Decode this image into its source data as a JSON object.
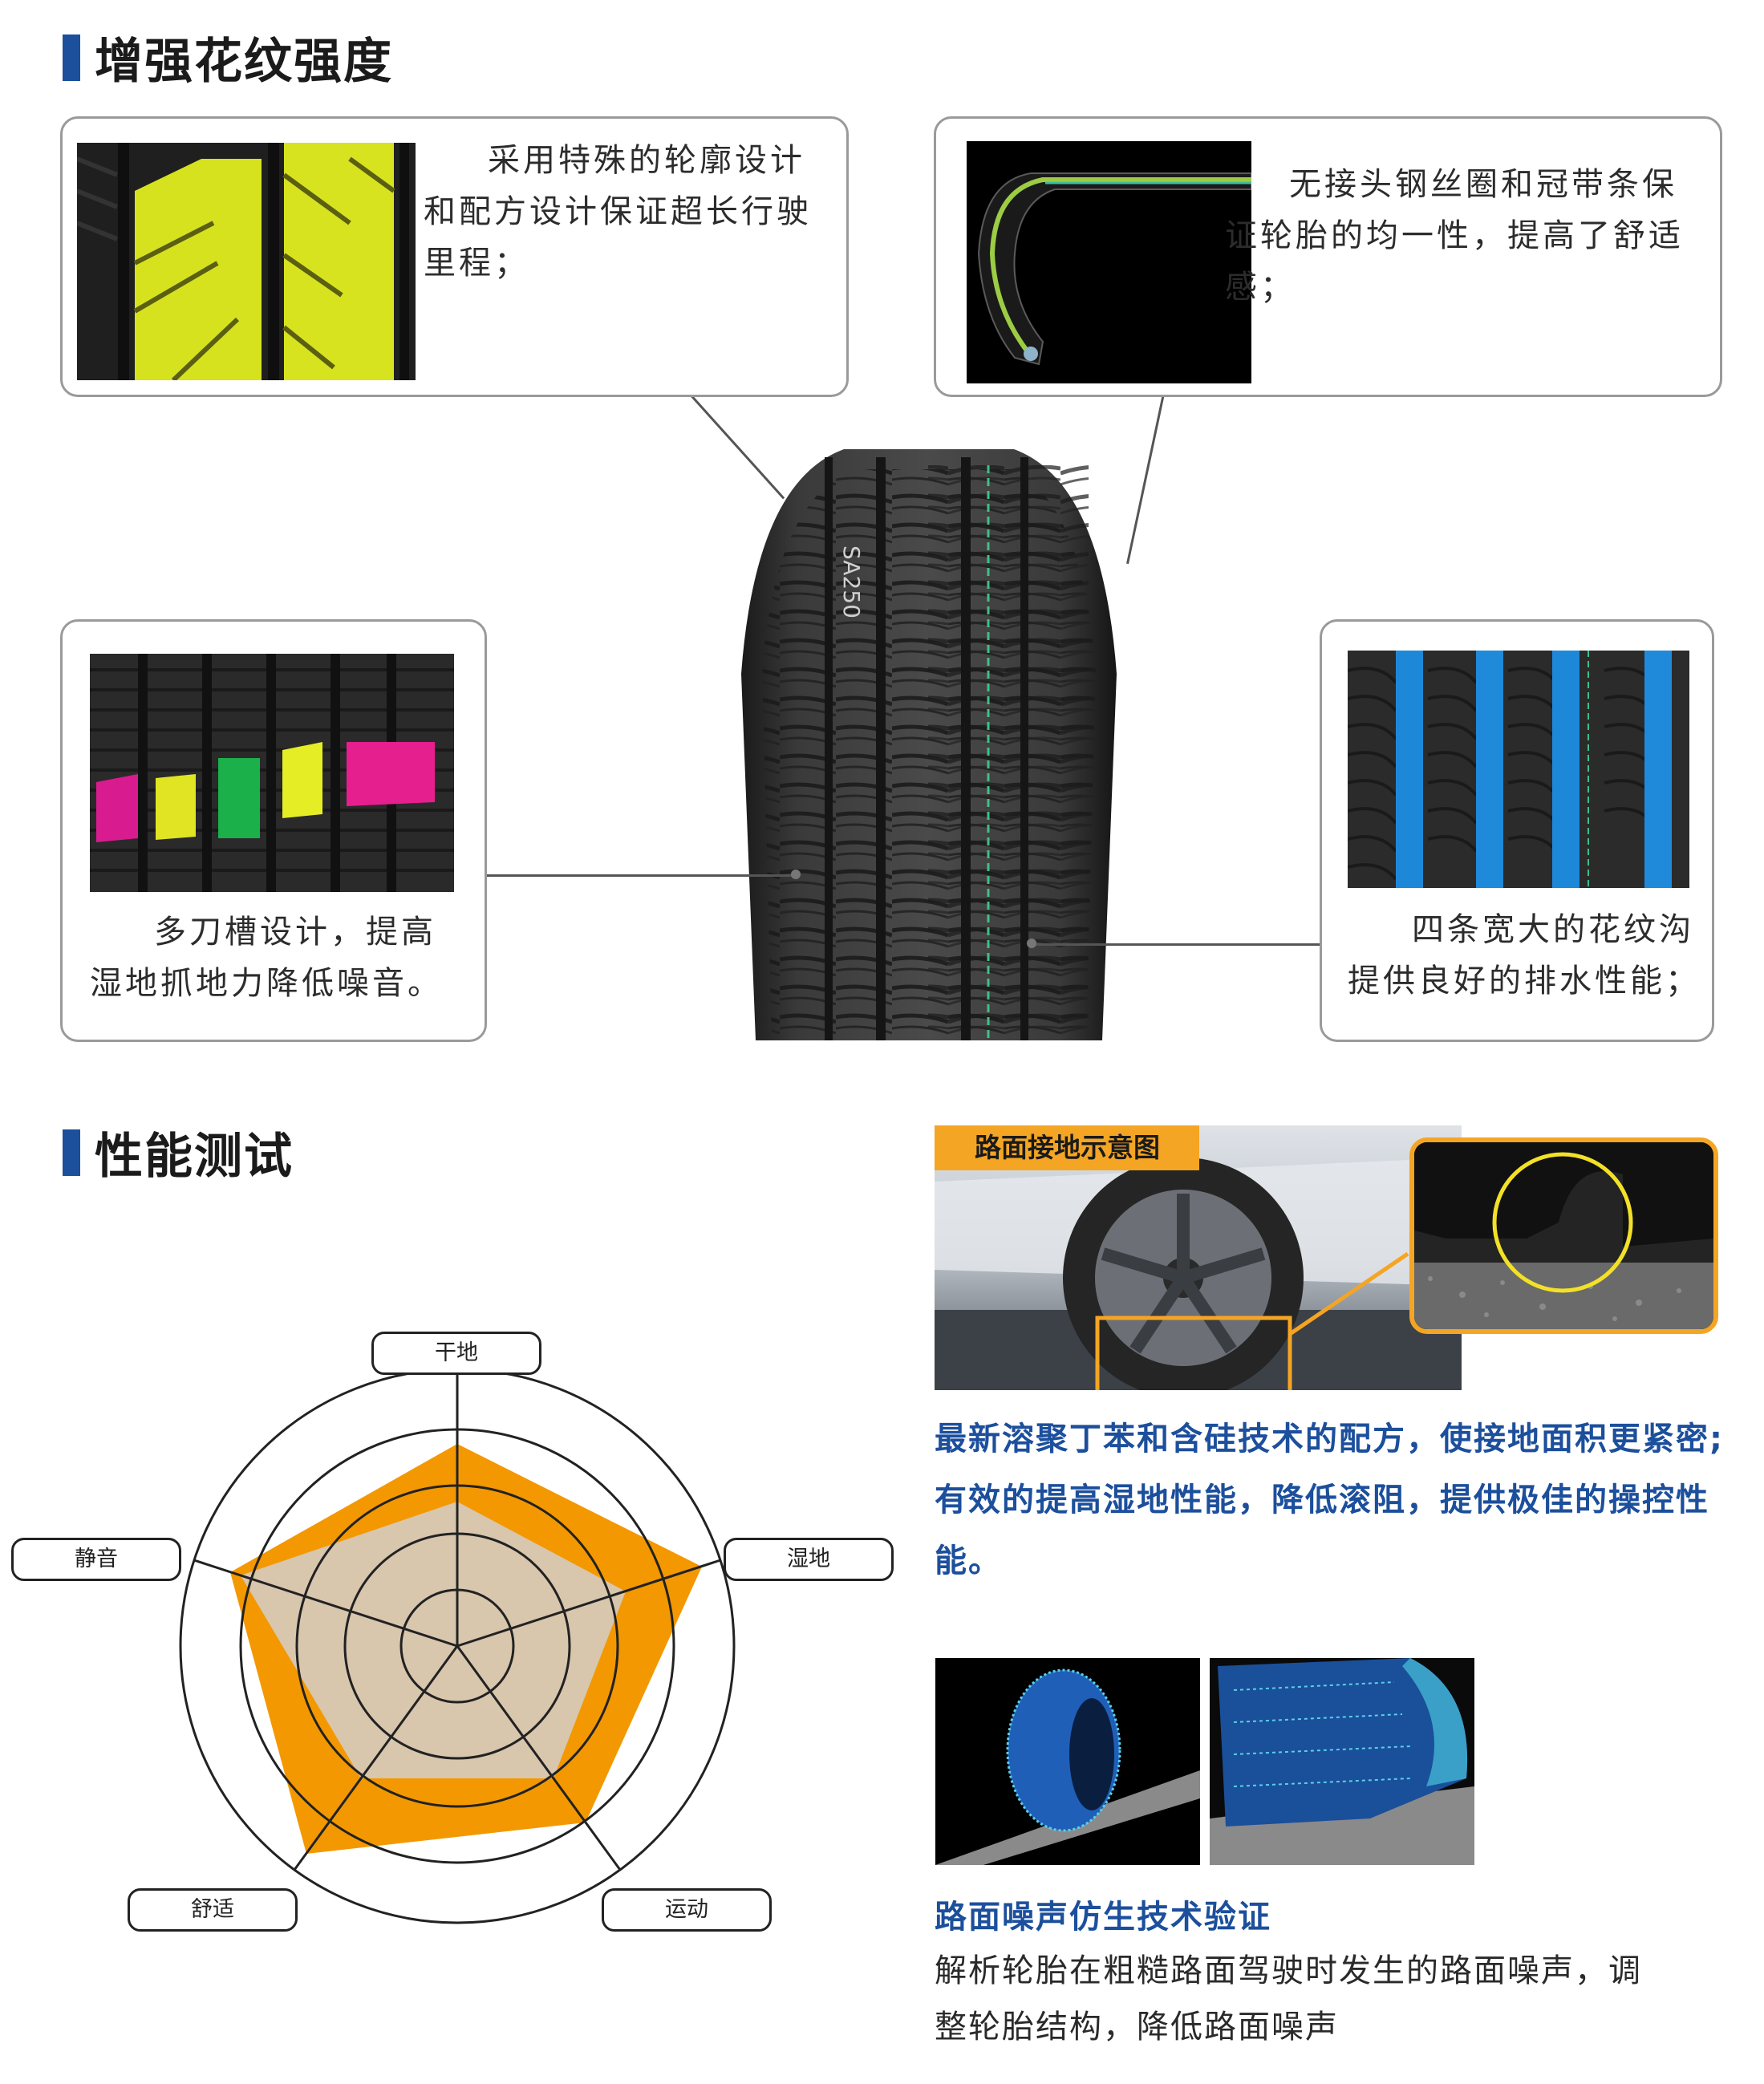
{
  "sections": {
    "tread_strength_title": "增强花纹强度",
    "performance_title": "性能测试"
  },
  "features": {
    "top_left": {
      "text": "采用特殊的轮廓设计和配方设计保证超长行驶里程；"
    },
    "top_right": {
      "text": "无接头钢丝圈和冠带条保证轮胎的均一性，提高了舒适感；"
    },
    "mid_left": {
      "text": "多刀槽设计，提高湿地抓地力降低噪音。"
    },
    "mid_right": {
      "text": "四条宽大的花纹沟提供良好的排水性能；"
    }
  },
  "radar": {
    "labels": {
      "top": "干地",
      "right": "湿地",
      "bottom_right": "运动",
      "bottom_left": "舒适",
      "left": "静音"
    },
    "colors": {
      "outer": "#f39800",
      "inner": "#d8c6ad"
    }
  },
  "contact": {
    "caption_label": "路面接地示意图",
    "description": "最新溶聚丁苯和含硅技术的配方，使接地面积更紧密;有效的提高湿地性能，降低滚阻，提供极佳的操控性能。"
  },
  "noise": {
    "title": "路面噪声仿生技术验证",
    "description": "解析轮胎在粗糙路面驾驶时发生的路面噪声，调整轮胎结构，降低路面噪声"
  },
  "tire_sidewall_text": "SA250"
}
